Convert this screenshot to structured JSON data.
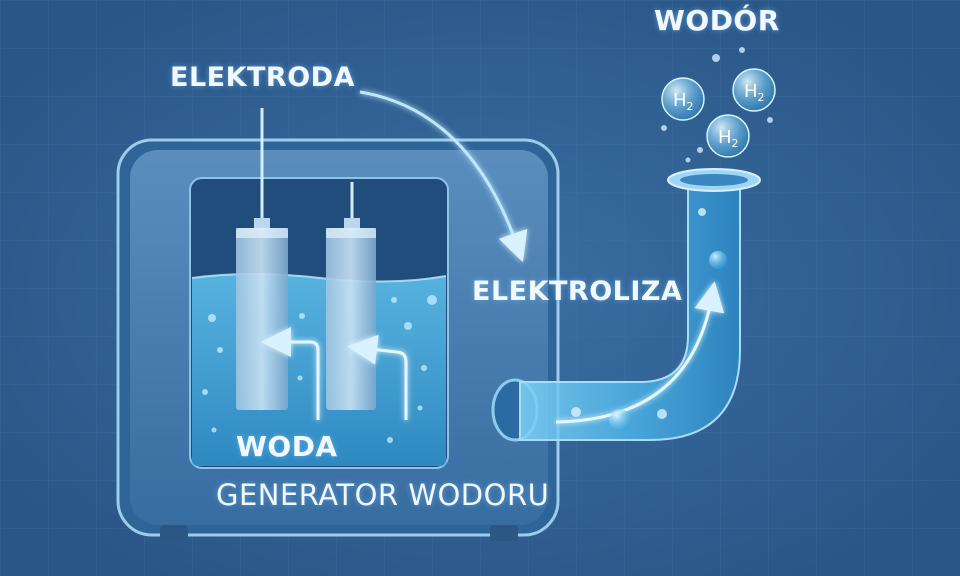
{
  "labels": {
    "electrode": "ELEKTRODA",
    "hydrogen": "WODÓR",
    "electrolysis": "ELEKTROLIZA",
    "water": "WODA",
    "generator": "GENERATOR WODORU"
  },
  "molecules": [
    {
      "base": "H",
      "sub": "2"
    },
    {
      "base": "H",
      "sub": "2"
    },
    {
      "base": "H",
      "sub": "2"
    }
  ],
  "colors": {
    "background": "#2e5f91",
    "glow": "#a9e2ff",
    "water": "#4fb3e6"
  }
}
